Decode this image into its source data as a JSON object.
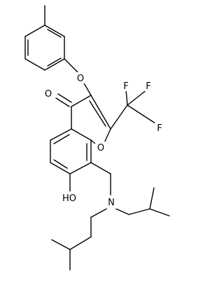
{
  "molecule": {
    "atoms": {
      "carbonyl_oxygen": "O",
      "ether_oxygen": "O",
      "ring_oxygen": "O",
      "fluorine_top_left": "F",
      "fluorine_top_right": "F",
      "fluorine_right": "F",
      "hydroxyl": "HO",
      "amine_nitrogen": "N"
    },
    "colors": {
      "bond": "#000000",
      "label": "#000000",
      "background": "#ffffff"
    }
  }
}
